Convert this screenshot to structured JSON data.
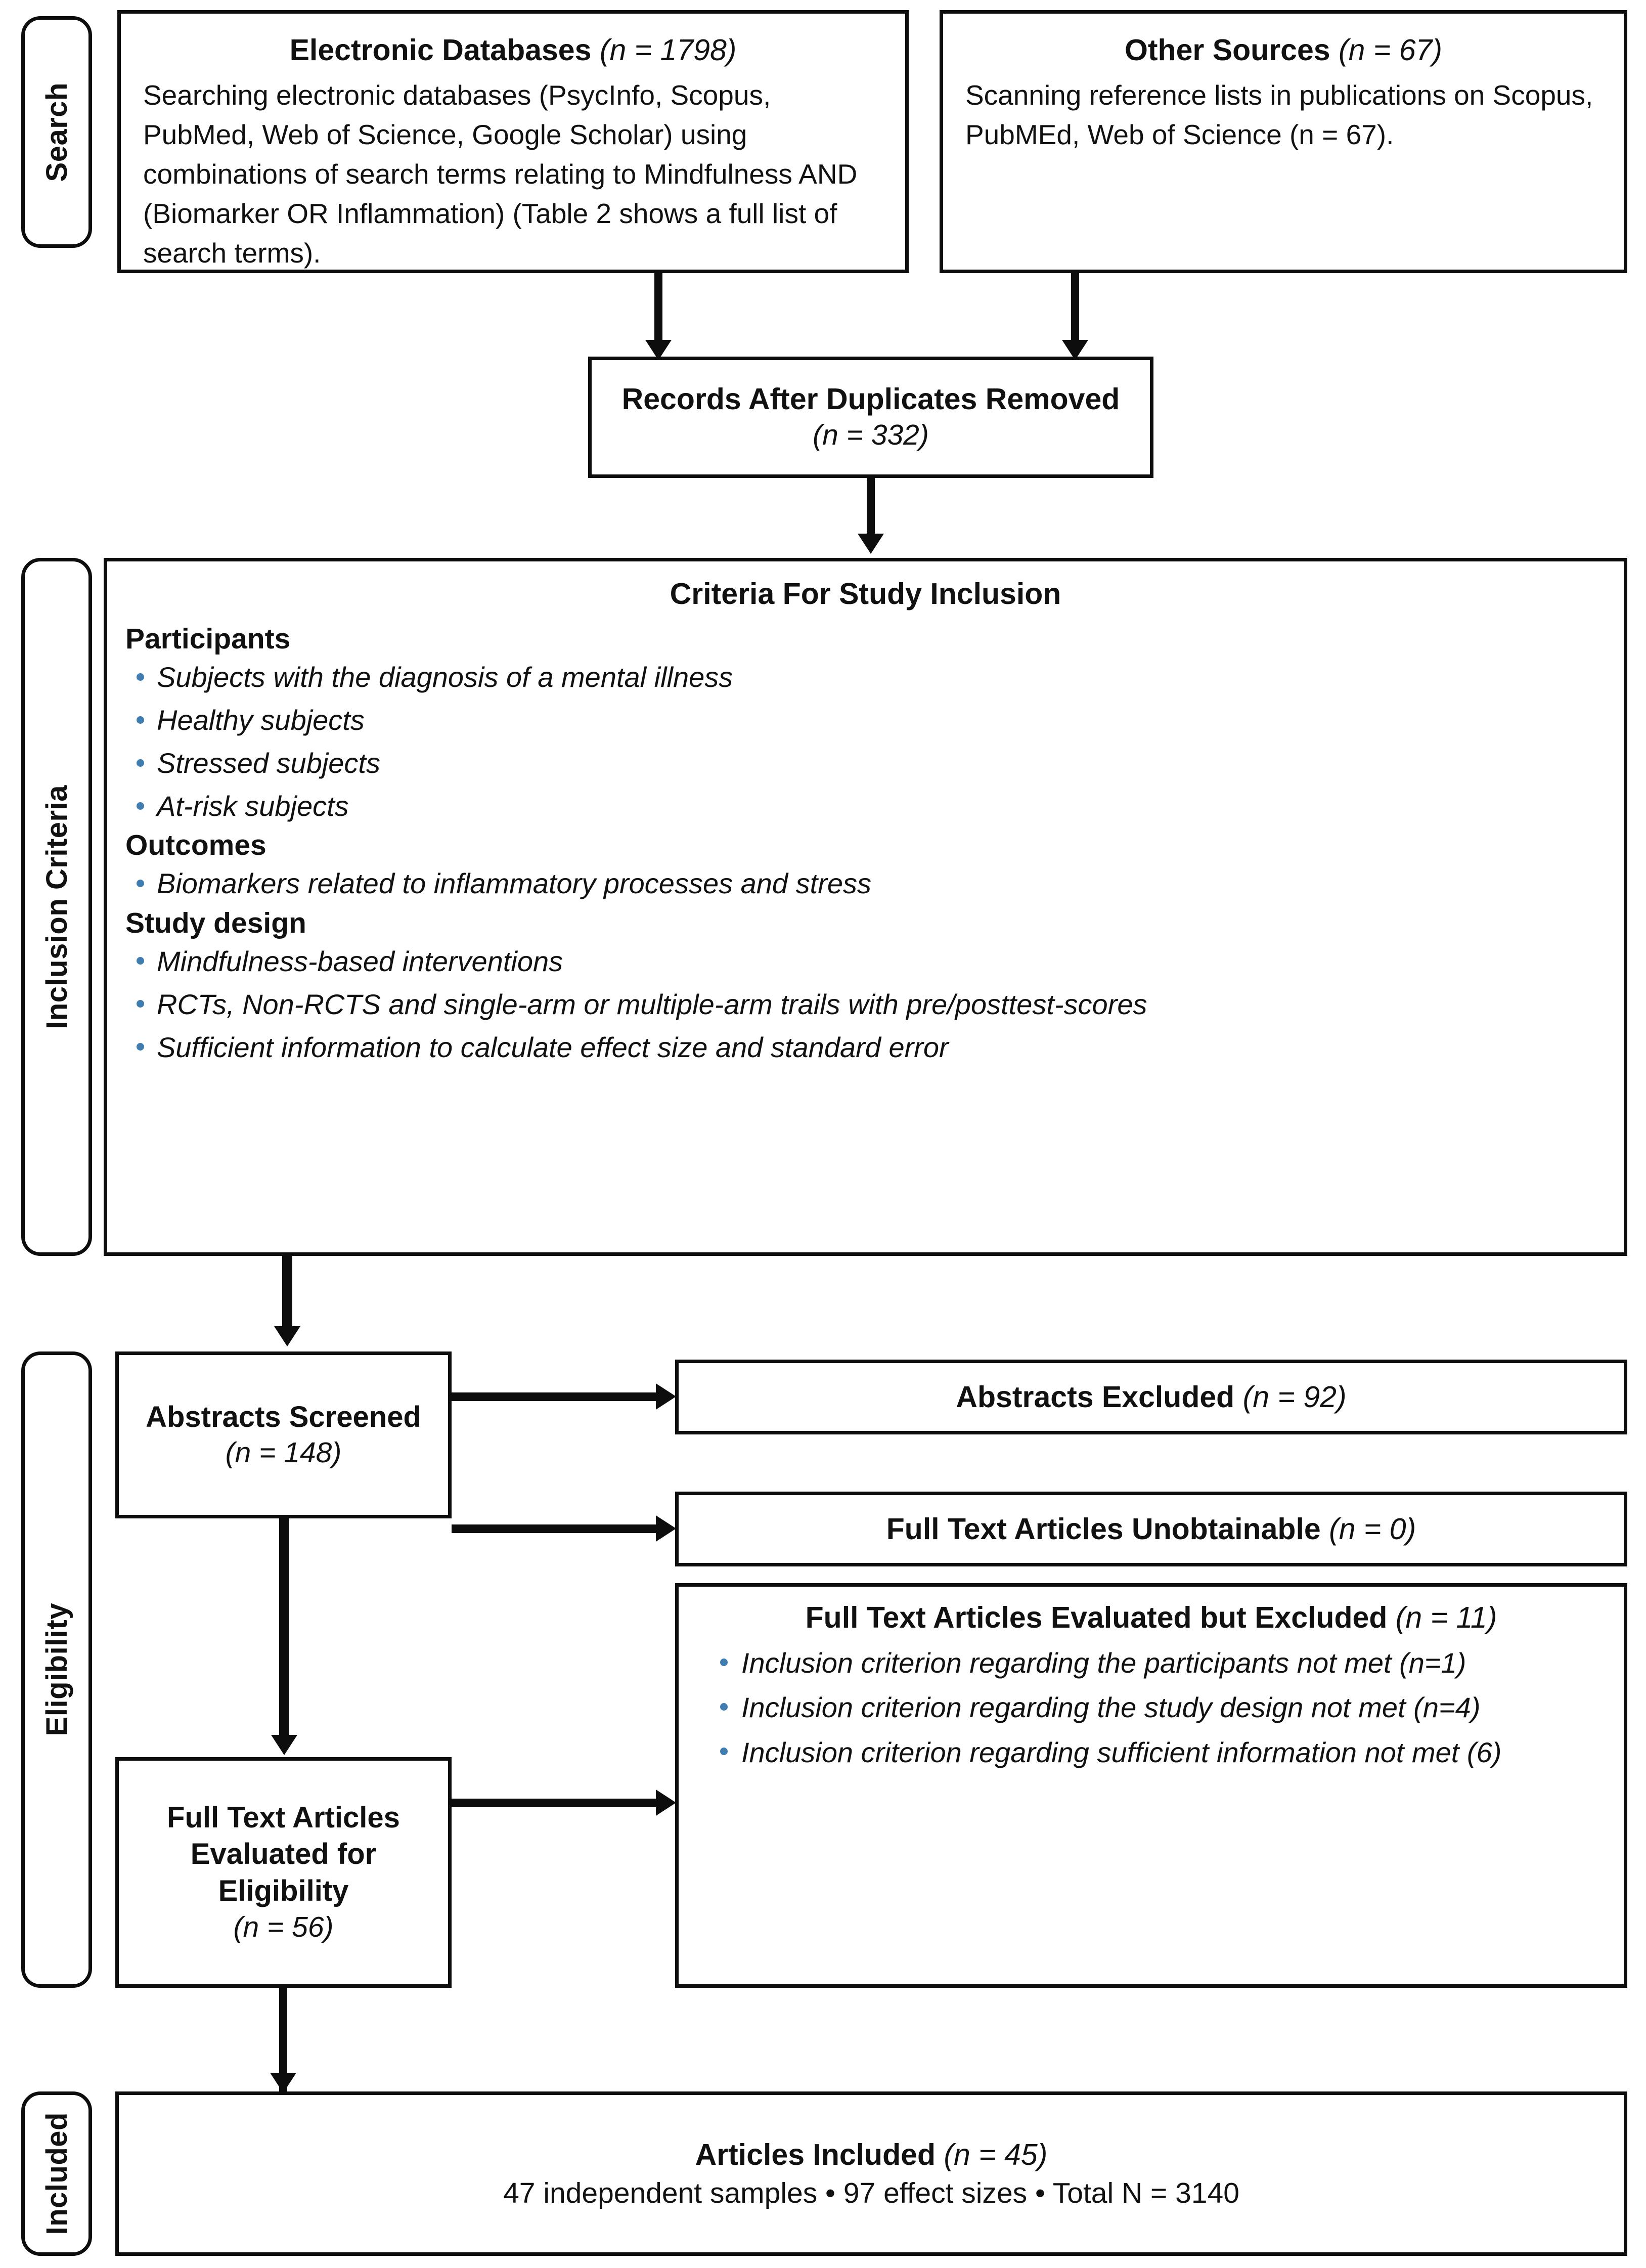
{
  "diagram": {
    "type": "prisma-flow-diagram",
    "accent_bullet_color": "#3f7cb0",
    "line_color": "#0d0d0d",
    "background": "#ffffff"
  },
  "stages": {
    "search": "Search",
    "inclusion_criteria": "Inclusion Criteria",
    "eligibility": "Eligibility",
    "included": "Included"
  },
  "electronic_databases": {
    "title_main": "Electronic Databases",
    "title_n": "(n = 1798)",
    "body": "Searching electronic databases (PsycInfo, Scopus, PubMed, Web of Science, Google Scholar) using combinations of search terms relating to Mindfulness AND (Biomarker OR Inflammation) (Table 2 shows a full list of search terms)."
  },
  "other_sources": {
    "title_main": "Other Sources",
    "title_n": "(n = 67)",
    "body": "Scanning reference lists in publications on Scopus, PubMEd, Web of Science (n = 67)."
  },
  "records_after_duplicates": {
    "title": "Records After Duplicates Removed",
    "count": "(n = 332)"
  },
  "criteria": {
    "title": "Criteria For Study Inclusion",
    "groups": [
      {
        "heading": "Participants",
        "items": [
          "Subjects with the diagnosis of a mental illness",
          "Healthy subjects",
          "Stressed subjects",
          "At-risk subjects"
        ]
      },
      {
        "heading": "Outcomes",
        "items": [
          "Biomarkers related to inflammatory processes and stress"
        ]
      },
      {
        "heading": "Study design",
        "items": [
          "Mindfulness-based interventions",
          "RCTs, Non-RCTS and single-arm or multiple-arm trails with pre/posttest-scores",
          "Sufficient information to calculate effect size and standard error"
        ]
      }
    ]
  },
  "abstracts_screened": {
    "title": "Abstracts Screened",
    "count": "(n = 148)"
  },
  "abstracts_excluded": {
    "title_main": "Abstracts Excluded",
    "title_n": "(n = 92)"
  },
  "full_text_unobtainable": {
    "title_main": "Full Text Articles Unobtainable",
    "title_n": "(n = 0)"
  },
  "full_text_evaluated": {
    "title_line1": "Full Text Articles",
    "title_line2": "Evaluated for",
    "title_line3": "Eligibility",
    "count": "(n = 56)"
  },
  "full_text_excluded": {
    "title_main": "Full Text Articles Evaluated but Excluded",
    "title_n": "(n = 11)",
    "reasons": [
      "Inclusion criterion regarding the participants not met (n=1)",
      "Inclusion criterion regarding the study design not met (n=4)",
      "Inclusion criterion regarding sufficient information not met (6)"
    ]
  },
  "articles_included": {
    "title_main": "Articles Included",
    "title_n": "(n = 45)",
    "summary": "47 independent samples • 97 effect sizes • Total N = 3140"
  }
}
